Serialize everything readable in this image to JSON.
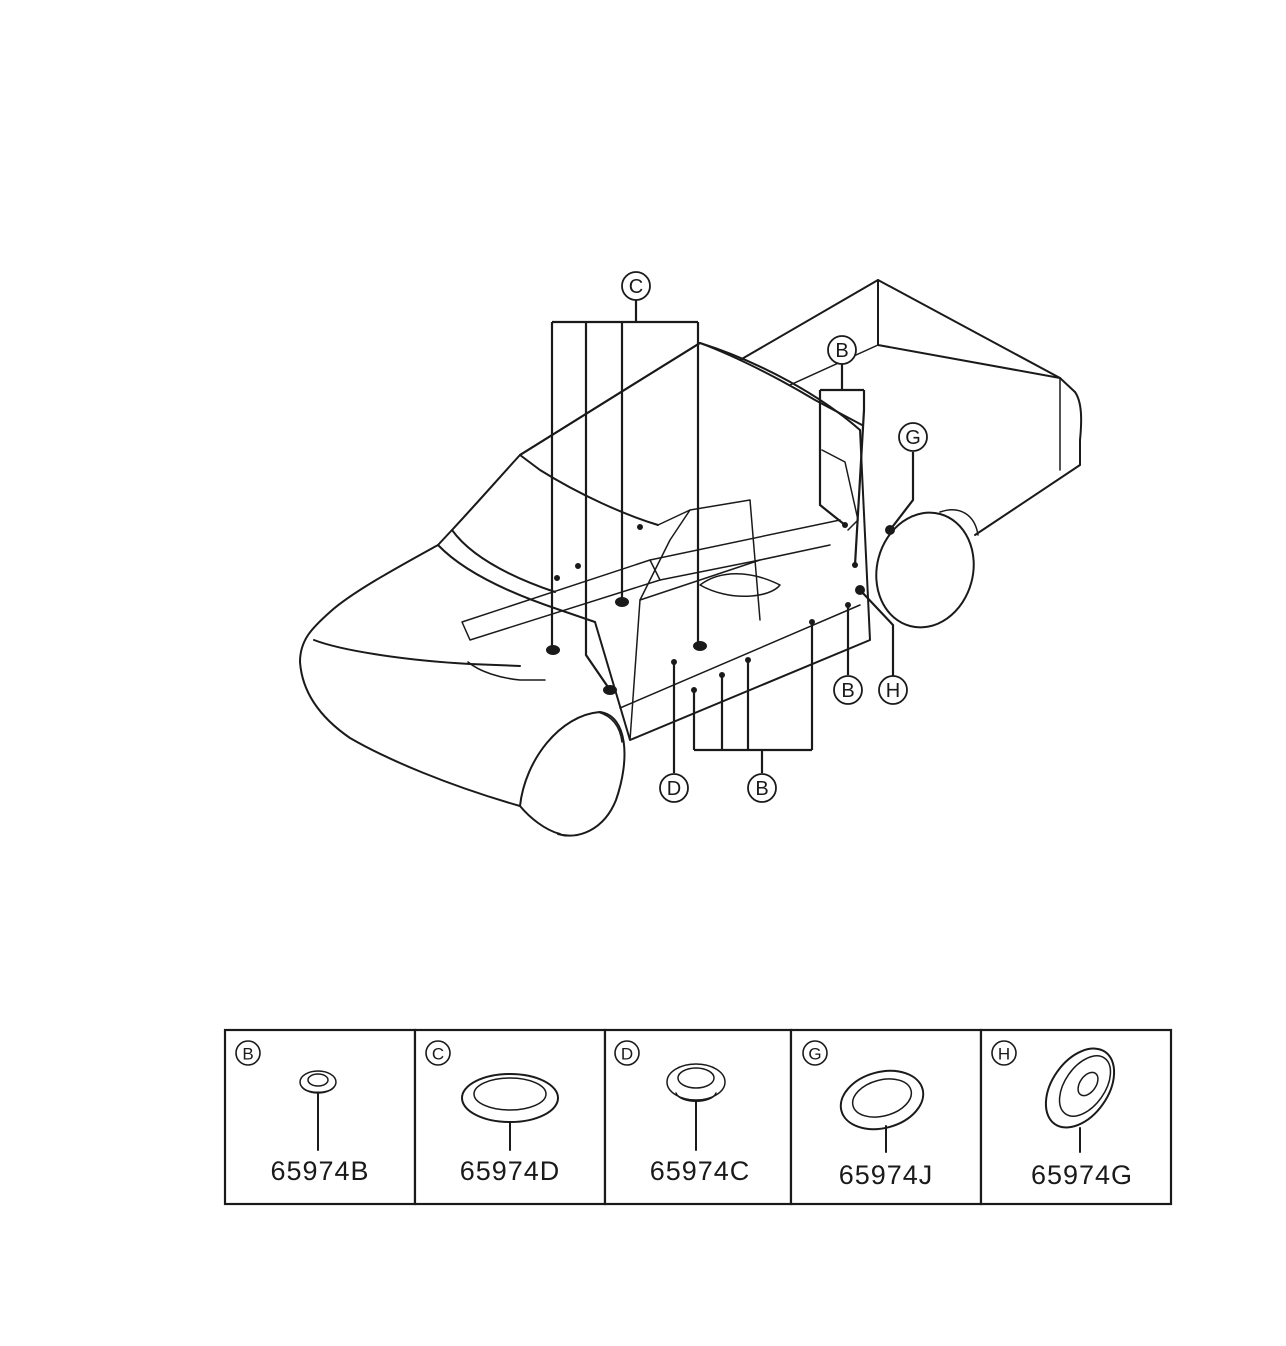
{
  "callouts": {
    "c_top": "C",
    "b_top": "B",
    "g": "G",
    "b_right": "B",
    "h": "H",
    "d": "D",
    "b_bottom": "B"
  },
  "legend": [
    {
      "key": "B",
      "part": "65974B",
      "shape": "small-plug"
    },
    {
      "key": "C",
      "part": "65974D",
      "shape": "oval-ring"
    },
    {
      "key": "D",
      "part": "65974C",
      "shape": "domed-plug"
    },
    {
      "key": "G",
      "part": "65974J",
      "shape": "flat-ring"
    },
    {
      "key": "H",
      "part": "65974G",
      "shape": "disc-grommet"
    }
  ]
}
